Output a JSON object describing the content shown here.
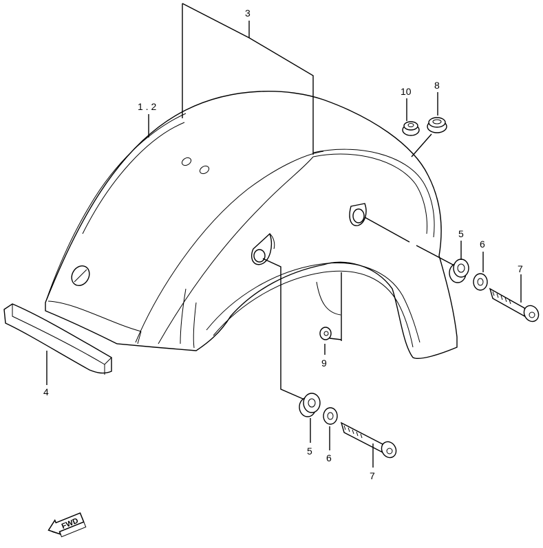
{
  "callouts": {
    "c12": "1 . 2",
    "c3": "3",
    "c10": "10",
    "c8": "8",
    "c5a": "5",
    "c6a": "6",
    "c7a": "7",
    "c9": "9",
    "c4": "4",
    "c5b": "5",
    "c6b": "6",
    "c7b": "7"
  },
  "fwd_badge": {
    "label": "FWD"
  },
  "colors": {
    "line": "#000000",
    "background": "#ffffff"
  }
}
